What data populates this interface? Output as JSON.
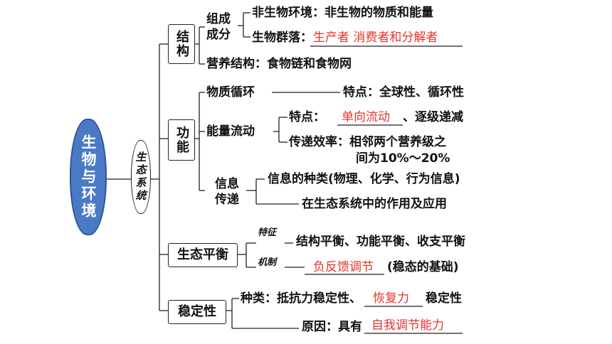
{
  "root": "生物与环境",
  "ecosystem": "生态系统",
  "structure": {
    "label": "结构",
    "composition": "组成成分",
    "abiotic": "非生物环境：非生物的物质和能量",
    "biotic_prefix": "生物群落：",
    "biotic_answer": "生产者 消费者和分解者",
    "trophic": "营养结构：食物链和食物网"
  },
  "function": {
    "label": "功能",
    "matter_cycle": "物质循环",
    "matter_feature": "特点：全球性、循环性",
    "energy_flow": "能量流动",
    "energy_feature_prefix": "特点：",
    "energy_feature_answer": "单向流动",
    "energy_feature_suffix": "、逐级递减",
    "efficiency_line1": "传递效率：相邻两个营养级之",
    "efficiency_line2": "间为10%～20%",
    "info_label": "信息传递",
    "info_types": "信息的种类(物理、化学、行为信息)",
    "info_roles": "在生态系统中的作用及应用"
  },
  "balance": {
    "label": "生态平衡",
    "feature_tag": "特征",
    "feature": "结构平衡、功能平衡、收支平衡",
    "mechanism_tag": "机制",
    "mechanism_answer": "负反馈调节",
    "mechanism_suffix": "(稳态的基础)"
  },
  "stability": {
    "label": "稳定性",
    "kinds_prefix": "种类：抵抗力稳定性、",
    "kinds_answer": "恢复力",
    "kinds_suffix": "稳定性",
    "cause_prefix": "原因：具有",
    "cause_answer": "自我调节能力"
  }
}
